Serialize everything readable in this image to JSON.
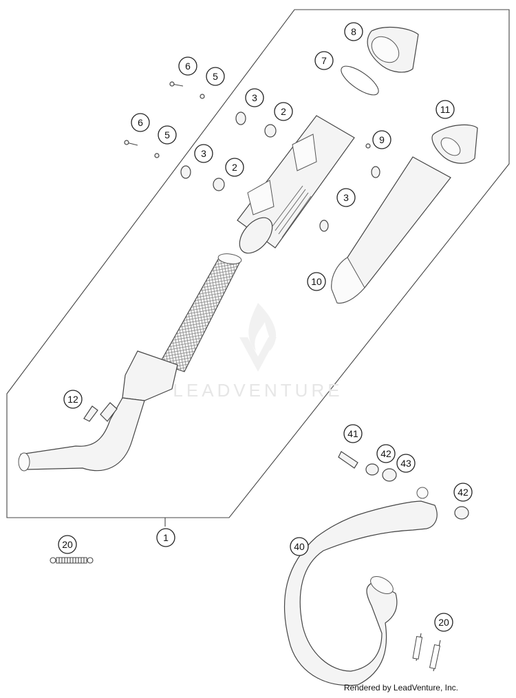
{
  "watermark": "LEADVENTURE",
  "footer": "Rendered by LeadVenture, Inc.",
  "callouts": {
    "c1": "1",
    "c2a": "2",
    "c2b": "2",
    "c3a": "3",
    "c3b": "3",
    "c3c": "3",
    "c5a": "5",
    "c5b": "5",
    "c6a": "6",
    "c6b": "6",
    "c7": "7",
    "c8": "8",
    "c9": "9",
    "c10": "10",
    "c11": "11",
    "c12": "12",
    "c20a": "20",
    "c20b": "20",
    "c40": "40",
    "c41": "41",
    "c42a": "42",
    "c42b": "42",
    "c43": "43"
  }
}
